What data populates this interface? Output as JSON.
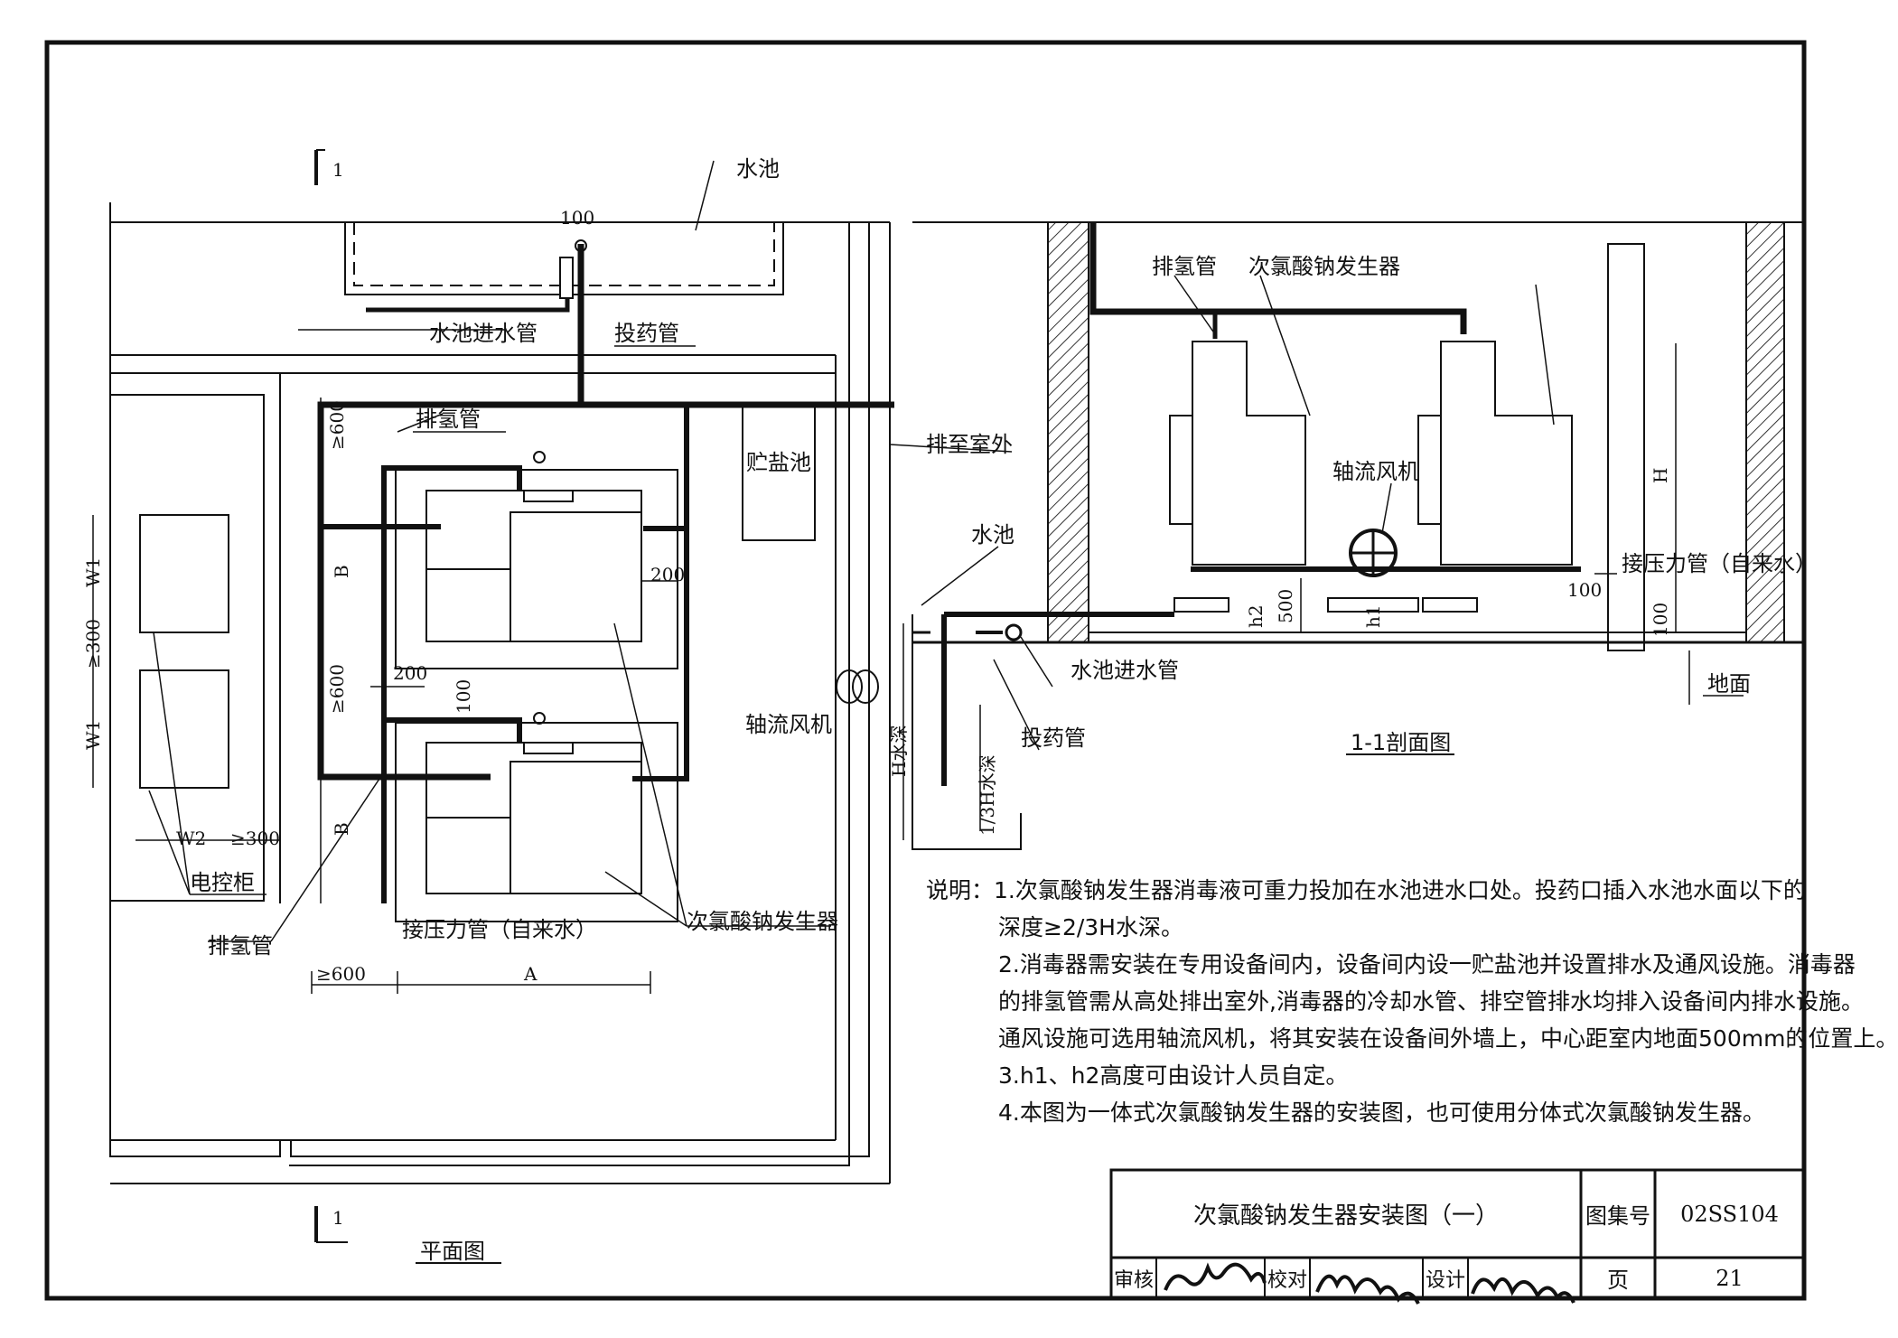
{
  "plan": {
    "title": "平面图",
    "section_mark": "1",
    "labels": {
      "pool": "水池",
      "pool_inlet": "水池进水管",
      "dosing_pipe": "投药管",
      "h2_vent": "排氢管",
      "h2_vent_2": "排氢管",
      "to_outside": "排至室外",
      "salt_tank": "贮盐池",
      "fan": "轴流风机",
      "control_cabinet": "电控柜",
      "pressure_pipe": "接压力管（自来水）",
      "generator": "次氯酸钠发生器"
    },
    "dims": {
      "d100": "100",
      "d600a": "≥600",
      "d600b": "≥600",
      "dB1": "B",
      "dB2": "B",
      "d200a": "200",
      "d200b": "200",
      "d100b": "100",
      "dW1a": "W1",
      "dW1b": "W1",
      "d300a": "≥300",
      "dW2": "W2",
      "d300b": "≥300",
      "d600c": "≥600",
      "dA": "A"
    }
  },
  "section": {
    "title": "1-1剖面图",
    "labels": {
      "h2_vent": "排氢管",
      "generator": "次氯酸钠发生器",
      "fan": "轴流风机",
      "pool": "水池",
      "pressure_pipe": "接压力管（自来水）",
      "pool_inlet": "水池进水管",
      "dosing_pipe": "投药管",
      "ground": "地面"
    },
    "dims": {
      "H": "H",
      "d100a": "100",
      "d100b": "100",
      "d500": "500",
      "h1": "h1",
      "h2": "h2",
      "Hdepth": "H水深",
      "depth13": "1/3H水深"
    }
  },
  "notes": {
    "heading": "说明：",
    "lines": [
      "1.次氯酸钠发生器消毒液可重力投加在水池进水口处。投药口插入水池水面以下的",
      "   深度≥2/3H水深。",
      "2.消毒器需安装在专用设备间内，设备间内设一贮盐池并设置排水及通风设施。消毒器",
      "   的排氢管需从高处排出室外,消毒器的冷却水管、排空管排水均排入设备间内排水设施。",
      "   通风设施可选用轴流风机，将其安装在设备间外墙上，中心距室内地面500mm的位置上。",
      "3.h1、h2高度可由设计人员自定。",
      "4.本图为一体式次氯酸钠发生器的安装图，也可使用分体式次氯酸钠发生器。"
    ]
  },
  "title_block": {
    "drawing_title": "次氯酸钠发生器安装图（一）",
    "atlas_label": "图集号",
    "atlas_no": "02SS104",
    "page_label": "页",
    "page_no": "21",
    "review_label": "审核",
    "check_label": "校对",
    "design_label": "设计"
  }
}
